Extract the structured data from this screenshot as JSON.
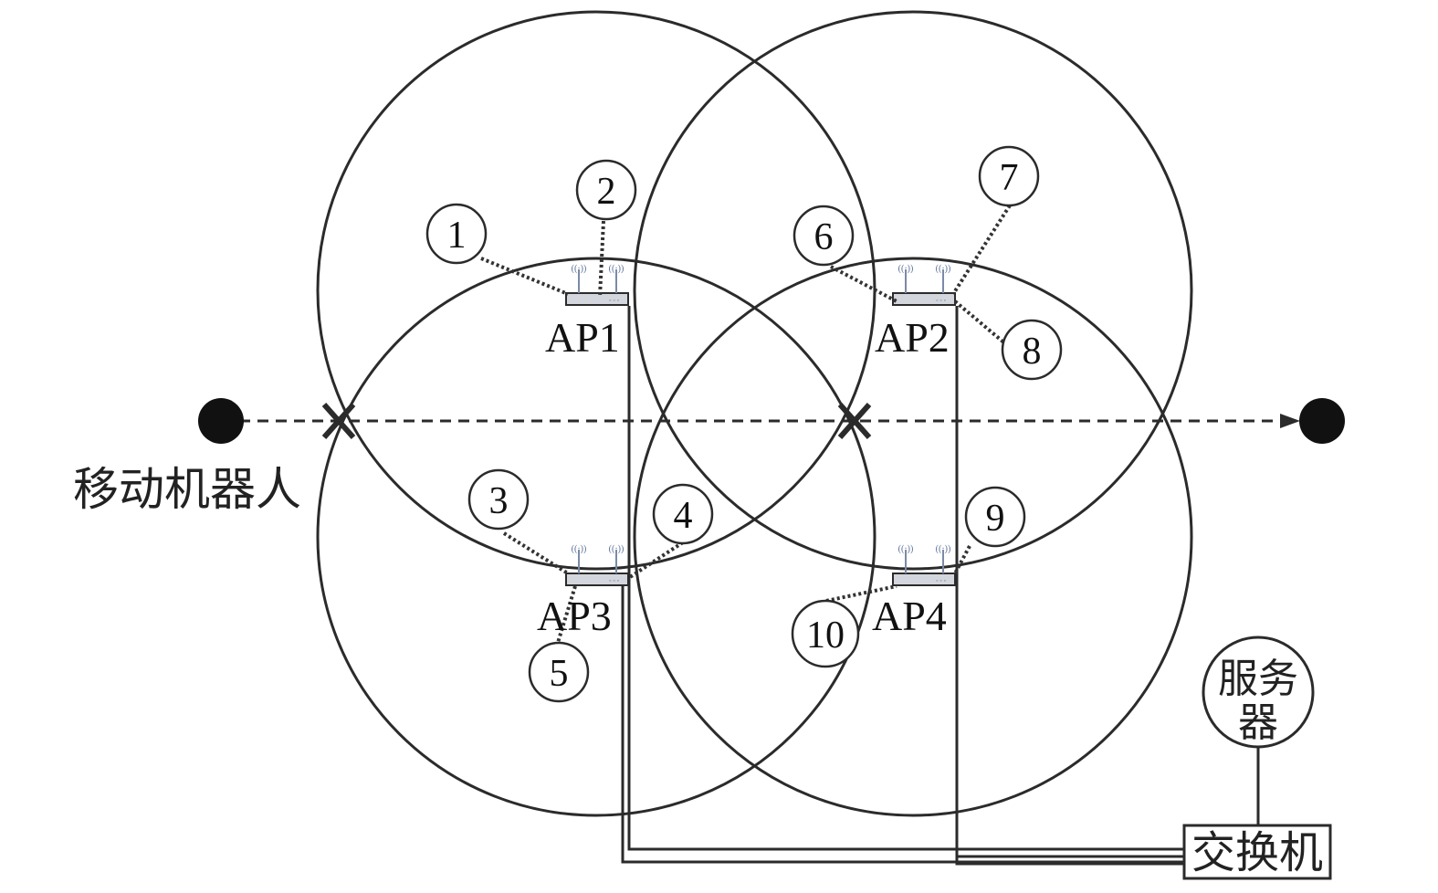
{
  "robot": {
    "label": "移动机器人"
  },
  "access_points": [
    {
      "id": "ap1",
      "label": "AP1"
    },
    {
      "id": "ap2",
      "label": "AP2"
    },
    {
      "id": "ap3",
      "label": "AP3"
    },
    {
      "id": "ap4",
      "label": "AP4"
    }
  ],
  "markers": [
    "1",
    "2",
    "3",
    "4",
    "5",
    "6",
    "7",
    "8",
    "9",
    "10"
  ],
  "server": {
    "label_line1": "服务",
    "label_line2": "器"
  },
  "switch": {
    "label": "交换机"
  }
}
